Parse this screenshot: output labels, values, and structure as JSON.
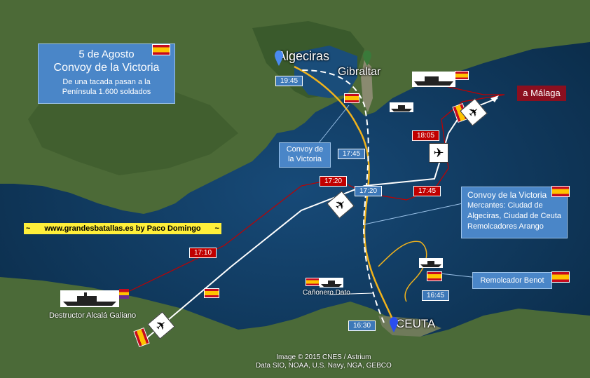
{
  "title": {
    "line1": "5 de Agosto",
    "line2": "Convoy de la Victoria",
    "line3": "De una tacada pasan a la",
    "line4": "Península 1.600 soldados"
  },
  "places": {
    "algeciras": "Algeciras",
    "gibraltar": "Gibraltar",
    "ceuta": "CEUTA",
    "malaga": "a Málaga"
  },
  "times": {
    "t1945": "19:45",
    "t1745a": "17:45",
    "t1720b": "17:20",
    "t1720r": "17:20",
    "t1805": "18:05",
    "t1745r": "17:45",
    "t1710": "17:10",
    "t1645": "16:45",
    "t1630": "16:30"
  },
  "convoy_label": {
    "line1": "Convoy de",
    "line2": "la Victoria"
  },
  "convoy_info": {
    "title": "Convoy de la Victoria",
    "line1": "Mercantes:  Ciudad de",
    "line2": "Algeciras, Ciudad de Ceuta",
    "line3": "Remolcadores Arango"
  },
  "remolcador": "Remolcador  Benot",
  "canonero": "Cañonero Dato",
  "destructor": "Destructor Alcalá Galiano",
  "web": {
    "left": "~",
    "text": "www.grandesbatallas.es   by Paco Domingo",
    "right": "~"
  },
  "credit": {
    "line1": "Image © 2015 CNES / Astrium",
    "line2": "Data SIO, NOAA, U.S. Navy, NGA, GEBCO"
  },
  "colors": {
    "sea": "#0d3658",
    "land": "#4e6b3a",
    "route_yellow": "#f2b31b",
    "route_white": "#ffffff",
    "route_red": "#c00000",
    "box_blue": "#4a86c8"
  }
}
